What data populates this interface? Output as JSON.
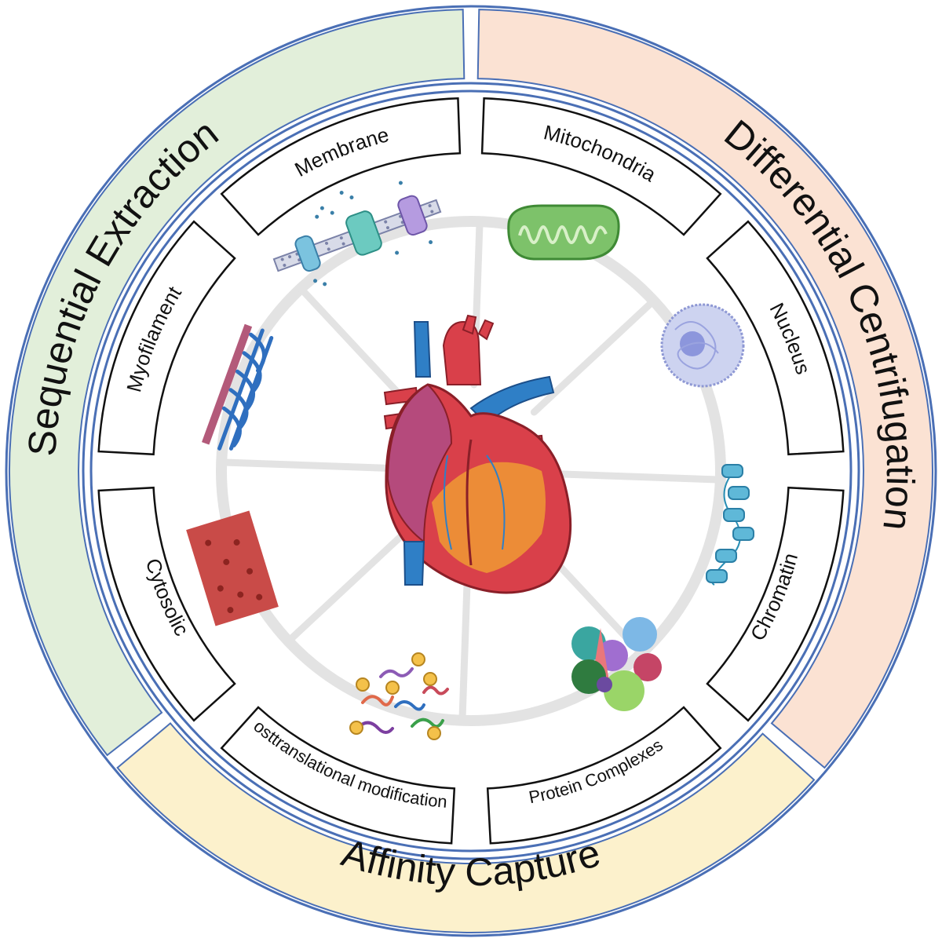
{
  "methods": [
    {
      "label": "Sequential Extraction",
      "color": "#e2efda"
    },
    {
      "label": "Differential Centrifugation",
      "color": "#fbe2d3"
    },
    {
      "label": "Affinity Capture",
      "color": "#fcf1cc"
    }
  ],
  "fractions": [
    {
      "label": "Membrane",
      "icon": "membrane-channel-icon"
    },
    {
      "label": "Mitochondria",
      "icon": "mitochondria-icon"
    },
    {
      "label": "Nucleus",
      "icon": "nucleus-icon"
    },
    {
      "label": "Chromatin",
      "icon": "chromatin-icon"
    },
    {
      "label": "Protein Complexes",
      "icon": "protein-complex-icon"
    },
    {
      "label": "Posttranslational modifications",
      "icon": "ptm-peptide-icon"
    },
    {
      "label": "Cytosolic",
      "icon": "cytosol-icon"
    },
    {
      "label": "Myofilament",
      "icon": "myofilament-icon"
    }
  ],
  "center": {
    "icon": "heart-icon"
  },
  "colors": {
    "ring_stroke": "#4a6fb5",
    "divider": "#e3e3e3",
    "heart_red": "#d9404a",
    "vessel_blue": "#2f7fc6",
    "fat_yellow": "#f2a531"
  }
}
